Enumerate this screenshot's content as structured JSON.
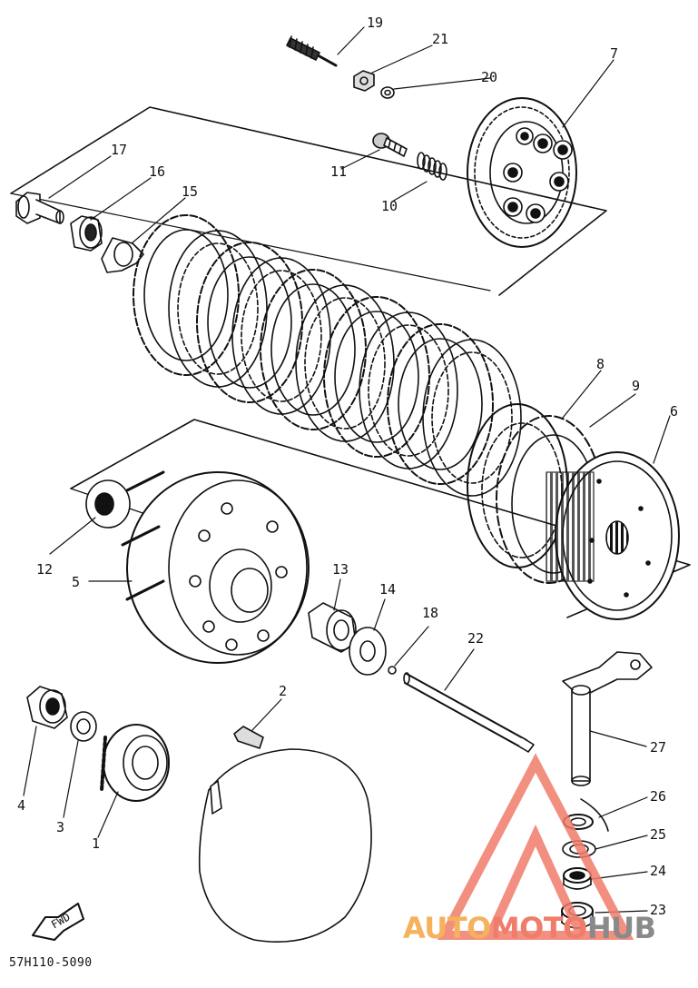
{
  "diagram": {
    "code": "57H110-5090",
    "fwd_label": "FWD",
    "watermark": {
      "part1": "AUTO",
      "part2": "MOTO",
      "part3": "HUB"
    },
    "colors": {
      "ink": "#111111",
      "watermark_red": "#f07c6a",
      "watermark_orange": "#f5b15c",
      "watermark_gray": "#8a8a8a"
    },
    "callouts": [
      {
        "id": "1",
        "label": "1"
      },
      {
        "id": "2",
        "label": "2"
      },
      {
        "id": "3",
        "label": "3"
      },
      {
        "id": "4",
        "label": "4"
      },
      {
        "id": "5",
        "label": "5"
      },
      {
        "id": "6",
        "label": "6"
      },
      {
        "id": "7",
        "label": "7"
      },
      {
        "id": "8",
        "label": "8"
      },
      {
        "id": "9",
        "label": "9"
      },
      {
        "id": "10",
        "label": "10"
      },
      {
        "id": "11",
        "label": "11"
      },
      {
        "id": "12",
        "label": "12"
      },
      {
        "id": "13",
        "label": "13"
      },
      {
        "id": "14",
        "label": "14"
      },
      {
        "id": "15",
        "label": "15"
      },
      {
        "id": "16",
        "label": "16"
      },
      {
        "id": "17",
        "label": "17"
      },
      {
        "id": "18",
        "label": "18"
      },
      {
        "id": "19",
        "label": "19"
      },
      {
        "id": "20",
        "label": "20"
      },
      {
        "id": "21",
        "label": "21"
      },
      {
        "id": "22",
        "label": "22"
      },
      {
        "id": "23",
        "label": "23"
      },
      {
        "id": "24",
        "label": "24"
      },
      {
        "id": "25",
        "label": "25"
      },
      {
        "id": "26",
        "label": "26"
      },
      {
        "id": "27",
        "label": "27"
      }
    ]
  }
}
